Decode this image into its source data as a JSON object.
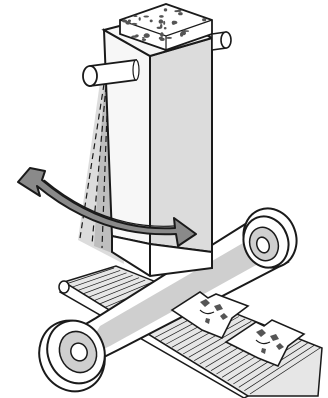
{
  "illustration": {
    "colors": {
      "ink": "#1a1a1a",
      "paper": "#ffffff",
      "body_front": "#f7f7f7",
      "body_side": "#dcdcdc",
      "belt": "#e6e6e6",
      "spray": "#9a9a9a",
      "arrow_fill": "#8a8a8a",
      "wheel_shade": "#cfcfcf",
      "block_texture": "#555555"
    },
    "parts": [
      "textured-block",
      "vertical-column",
      "left-axle-pin",
      "right-axle-pin",
      "spray-cone",
      "swing-arrow",
      "drive-belt",
      "upper-right-pulley",
      "lower-left-pulley",
      "conveyor-belt",
      "cut-piece-left",
      "cut-piece-right"
    ]
  }
}
